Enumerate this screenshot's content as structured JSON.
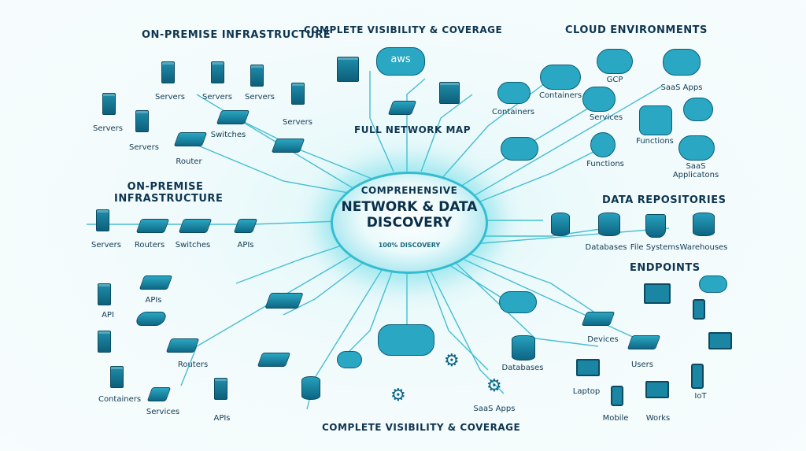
{
  "colors": {
    "primary": "#0d6583",
    "accent": "#34bcd1",
    "text": "#0e3550"
  },
  "hub": {
    "title": "COMPREHENSIVE",
    "main": "NETWORK & DATA DISCOVERY",
    "badge": "100% DISCOVERY"
  },
  "headings": {
    "onprem_top": "ON-PREMISE INFRASTRUCTURE",
    "visibility_top": "COMPLETE VISIBILITY & COVERAGE",
    "cloud": "CLOUD ENVIRONMENTS",
    "full_map": "FULL NETWORK MAP",
    "onprem_mid": "ON-PREMISE INFRASTRUCTURE",
    "data_repos": "DATA REPOSITORIES",
    "endpoints": "ENDPOINTS",
    "visibility_bottom": "COMPLETE VISIBILITY & COVERAGE"
  },
  "labels": {
    "servers_1": "Servers",
    "servers_2": "Servers",
    "servers_3": "Servers",
    "servers_4": "Servers",
    "servers_5": "Servers",
    "servers_6": "Servers",
    "switches_1": "Switches",
    "router_1": "Router",
    "servers_mid": "Servers",
    "routers_mid": "Routers",
    "switches_mid": "Switches",
    "apis_mid": "APIs",
    "apis_left": "APIs",
    "api_left": "API",
    "routers_left": "Routers",
    "containers_left": "Containers",
    "services_left": "Services",
    "apis_bottom": "APIs",
    "gcp": "GCP",
    "saas_apps_top": "SaaS Apps",
    "containers_c1": "Containers",
    "containers_c2": "Containers",
    "services_c": "Services",
    "functions_1": "Functions",
    "functions_2": "Functions",
    "saas_applications": "SaaS Applicatons",
    "databases_r": "Databases",
    "file_systems": "File Systems",
    "warehouses": "Warehouses",
    "devices": "Devices",
    "users": "Users",
    "laptop": "Laptop",
    "mobile": "Mobile",
    "works": "Works",
    "iot": "IoT",
    "databases_b": "Databases",
    "saas_apps_bottom": "SaaS Apps",
    "aws": "aws"
  }
}
